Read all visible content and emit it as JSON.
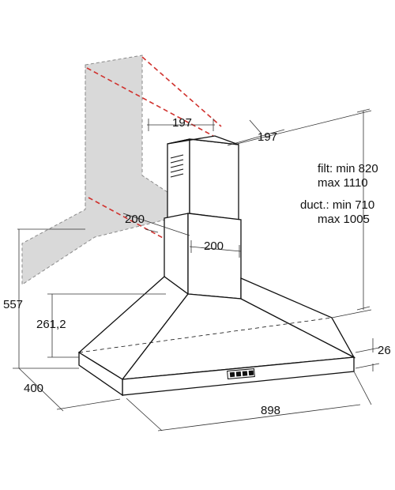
{
  "dimensions": {
    "chimney_depth": "197",
    "chimney_width": "197",
    "lower_chimney_depth": "200",
    "lower_chimney_width": "200",
    "hood_height": "557",
    "canopy_height": "261,2",
    "hood_depth": "400",
    "hood_width": "898",
    "front_lip": "26"
  },
  "notes": {
    "filter_line1": "filt: min 820",
    "filter_line2": "max 1110",
    "ducted_line1": "duct.: min 710",
    "ducted_line2": "max 1005"
  },
  "colors": {
    "accent_dashes": "#d0312d",
    "wall": "#d9d9d9"
  }
}
